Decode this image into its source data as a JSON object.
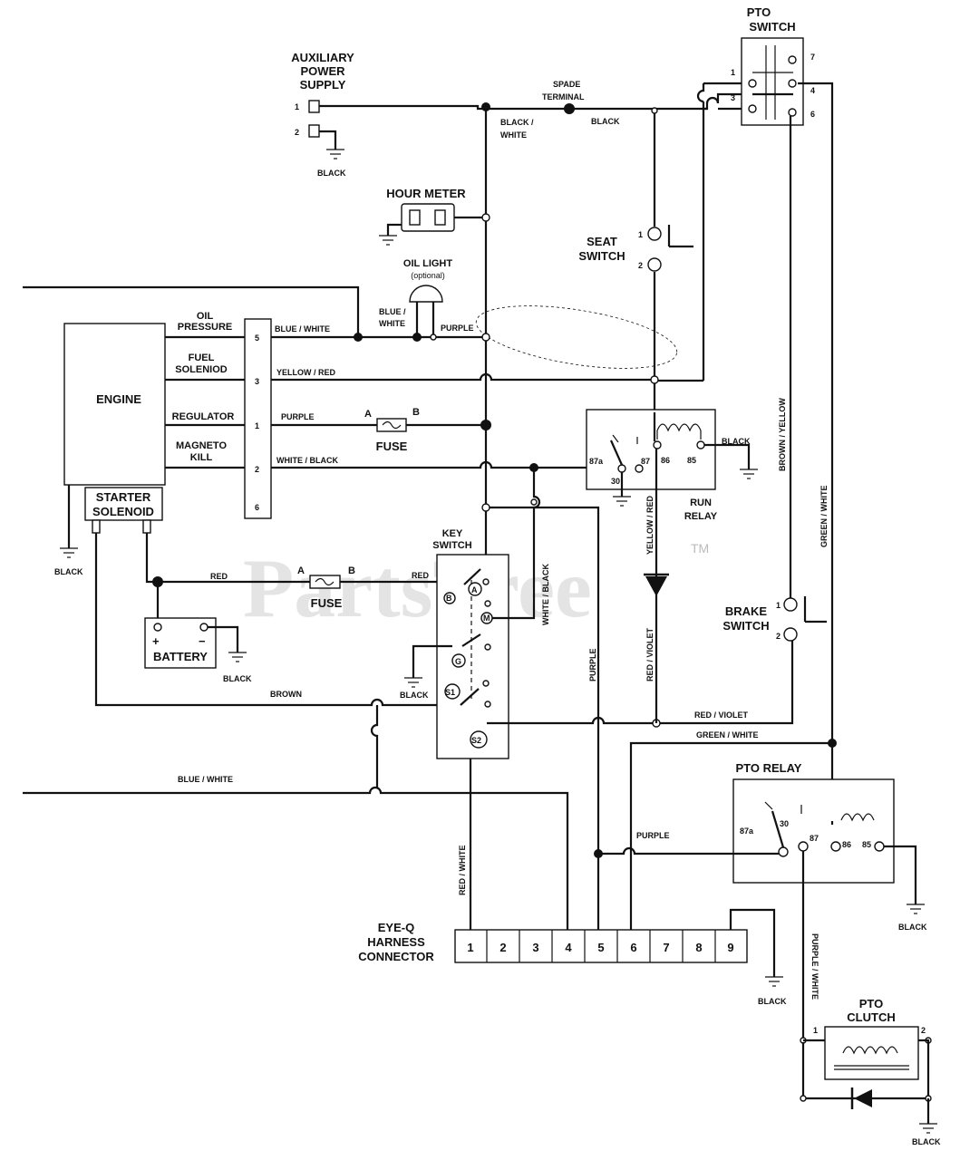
{
  "watermark": {
    "brand": "PartsTree",
    "tm": "TM"
  },
  "pto_switch": {
    "title_1": "PTO",
    "title_2": "SWITCH",
    "pins": [
      "1",
      "3",
      "7",
      "4",
      "6"
    ]
  },
  "aux_power": {
    "title_1": "AUXILIARY",
    "title_2": "POWER",
    "title_3": "SUPPLY",
    "pin1": "1",
    "pin2": "2",
    "ground": "BLACK"
  },
  "spade_terminal": {
    "line1": "SPADE",
    "line2": "TERMINAL"
  },
  "wires": {
    "black_white_1": "BLACK /",
    "black_white_2": "WHITE",
    "black_top": "BLACK",
    "blue_white_oil": "BLUE / WHITE",
    "blue_white_light_1": "BLUE /",
    "blue_white_light_2": "WHITE",
    "purple_top": "PURPLE",
    "yellow_red": "YELLOW / RED",
    "purple_reg": "PURPLE",
    "white_black": "WHITE / BLACK",
    "brown_yellow": "BROWN / YELLOW",
    "green_white_v": "GREEN / WHITE",
    "red_starter": "RED",
    "red_key": "RED",
    "white_black_v": "WHITE / BLACK",
    "yellow_red_v": "YELLOW / RED",
    "purple_v": "PURPLE",
    "red_violet_v": "RED / VIOLET",
    "brown": "BROWN",
    "red_violet_h": "RED / VIOLET",
    "green_white_h": "GREEN / WHITE",
    "blue_white_long": "BLUE / WHITE",
    "red_white_v": "RED / WHITE",
    "purple_pto": "PURPLE",
    "purple_white_v": "PURPLE / WHITE"
  },
  "hour_meter": {
    "title": "HOUR METER"
  },
  "oil_light": {
    "title": "OIL LIGHT",
    "sub": "(optional)"
  },
  "seat_switch": {
    "title_1": "SEAT",
    "title_2": "SWITCH",
    "pin1": "1",
    "pin2": "2"
  },
  "engine": {
    "title": "ENGINE",
    "oil_pressure_1": "OIL",
    "oil_pressure_2": "PRESSURE",
    "fuel_solenoid_1": "FUEL",
    "fuel_solenoid_2": "SOLENIOD",
    "regulator": "REGULATOR",
    "magneto_1": "MAGNETO",
    "magneto_2": "KILL",
    "pins": [
      "5",
      "3",
      "1",
      "2",
      "6"
    ]
  },
  "starter": {
    "line1": "STARTER",
    "line2": "SOLENOID",
    "ground": "BLACK"
  },
  "fuse_top": {
    "a": "A",
    "b": "B",
    "label": "FUSE"
  },
  "fuse_bottom": {
    "a": "A",
    "b": "B",
    "label": "FUSE"
  },
  "run_relay": {
    "title_1": "RUN",
    "title_2": "RELAY",
    "p87a": "87a",
    "p87": "87",
    "p86": "86",
    "p85": "85",
    "p30": "30",
    "ground": "BLACK"
  },
  "battery": {
    "title": "BATTERY",
    "plus": "+",
    "minus": "−",
    "ground": "BLACK"
  },
  "key_switch": {
    "title_1": "KEY",
    "title_2": "SWITCH",
    "B": "B",
    "A": "A",
    "M": "M",
    "G": "G",
    "S1": "S1",
    "S2": "S2",
    "ground": "BLACK"
  },
  "brake_switch": {
    "title_1": "BRAKE",
    "title_2": "SWITCH",
    "pin1": "1",
    "pin2": "2"
  },
  "pto_relay": {
    "title": "PTO RELAY",
    "p87a": "87a",
    "p30": "30",
    "p87": "87",
    "p86": "86",
    "p85": "85",
    "ground": "BLACK"
  },
  "eyeq": {
    "title_1": "EYE-Q",
    "title_2": "HARNESS",
    "title_3": "CONNECTOR",
    "pins": [
      "1",
      "2",
      "3",
      "4",
      "5",
      "6",
      "7",
      "8",
      "9"
    ],
    "ground": "BLACK"
  },
  "pto_clutch": {
    "title_1": "PTO",
    "title_2": "CLUTCH",
    "pin1": "1",
    "pin2": "2",
    "ground": "BLACK"
  }
}
